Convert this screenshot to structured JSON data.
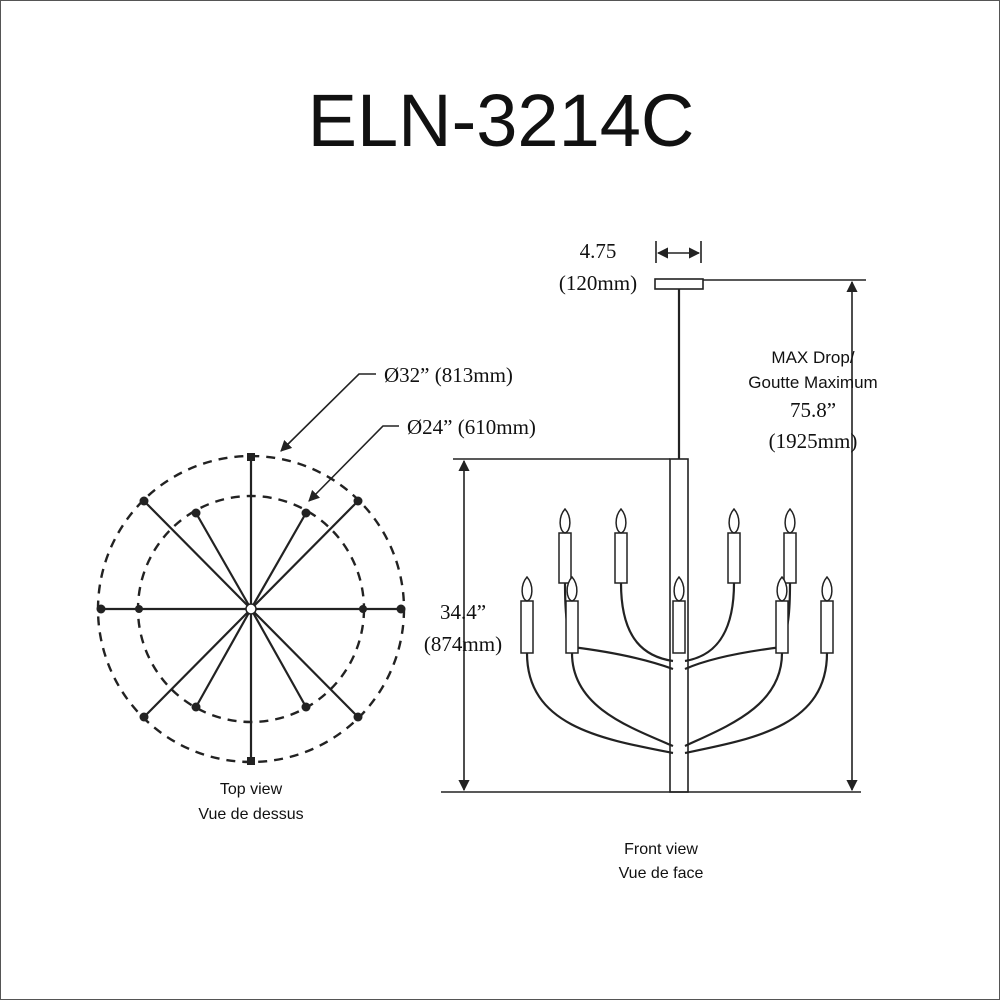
{
  "title": "ELN-3214C",
  "top_view": {
    "outer_diameter": "Ø32” (813mm)",
    "inner_diameter": "Ø24” (610mm)",
    "caption_en": "Top view",
    "caption_fr": "Vue de dessus"
  },
  "front_view": {
    "canopy_width": "4.75",
    "canopy_width_mm": "(120mm)",
    "max_drop_en": "MAX Drop/",
    "max_drop_fr": "Goutte Maximum",
    "max_drop_value": "75.8”",
    "max_drop_mm": "(1925mm)",
    "height_value": "34.4”",
    "height_mm": "(874mm)",
    "caption_en": "Front view",
    "caption_fr": "Vue de face"
  }
}
